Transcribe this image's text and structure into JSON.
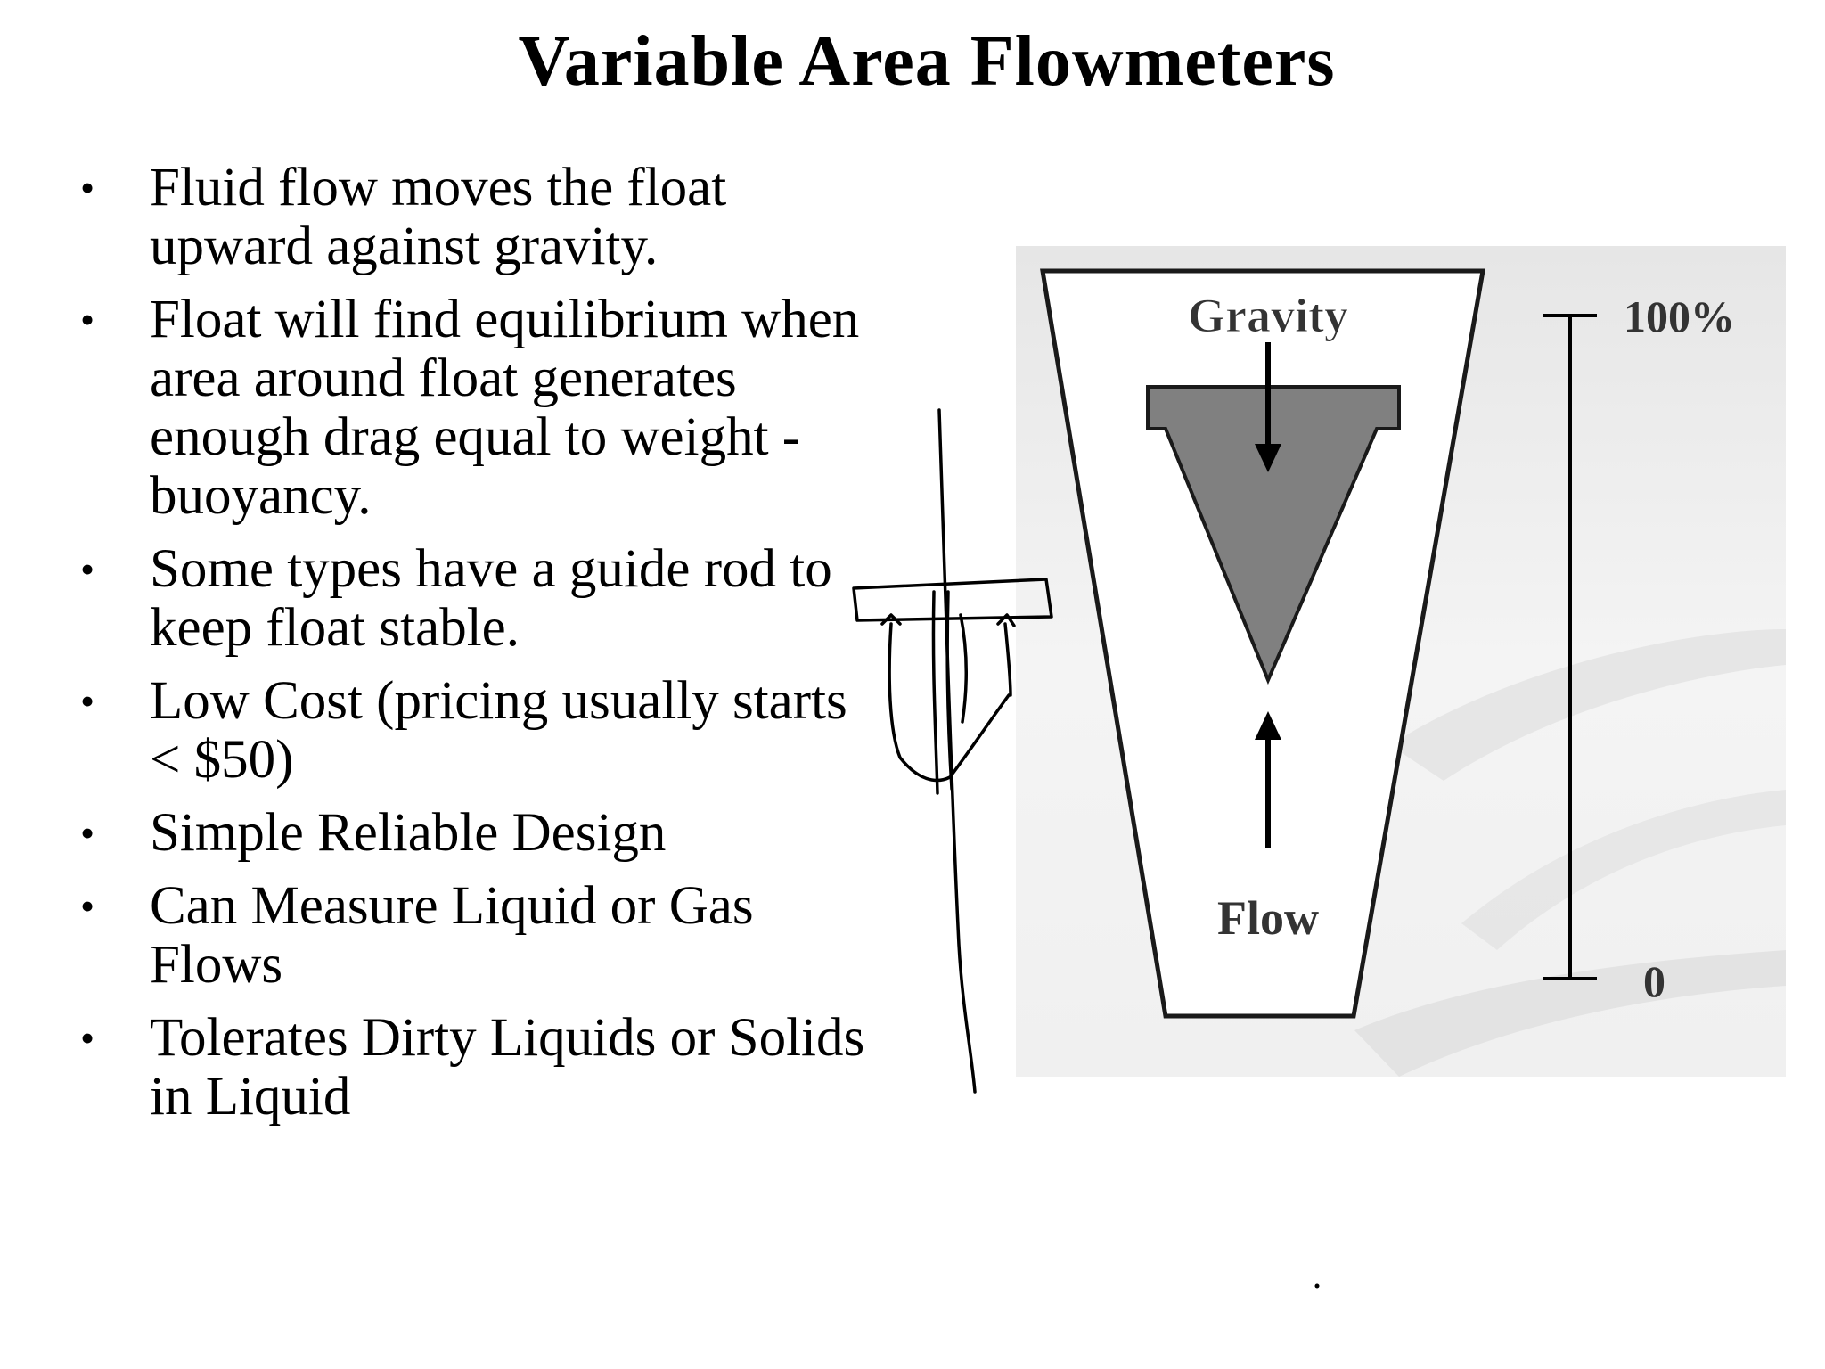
{
  "slide": {
    "title": "Variable Area Flowmeters",
    "bullets": [
      {
        "lines": [
          "Fluid flow moves the float",
          "upward against gravity."
        ]
      },
      {
        "lines": [
          "Float will find equilibrium when",
          "area around float generates",
          "enough drag  equal to weight -",
          "buoyancy."
        ]
      },
      {
        "lines": [
          "Some types have a guide rod to",
          "keep float stable."
        ]
      },
      {
        "lines": [
          "Low Cost (pricing usually starts",
          "< $50)"
        ]
      },
      {
        "lines": [
          "Simple Reliable Design"
        ]
      },
      {
        "lines": [
          "Can Measure Liquid or Gas",
          "Flows"
        ]
      },
      {
        "lines": [
          "Tolerates Dirty Liquids or Solids",
          "in Liquid"
        ]
      }
    ],
    "bullet_glyph": "•"
  },
  "diagram": {
    "gravity_label": "Gravity",
    "flow_label": "Flow",
    "scale_top_label": "100%",
    "scale_bottom_label": "0",
    "float_color": "#808080",
    "background_color": "#efefef"
  }
}
